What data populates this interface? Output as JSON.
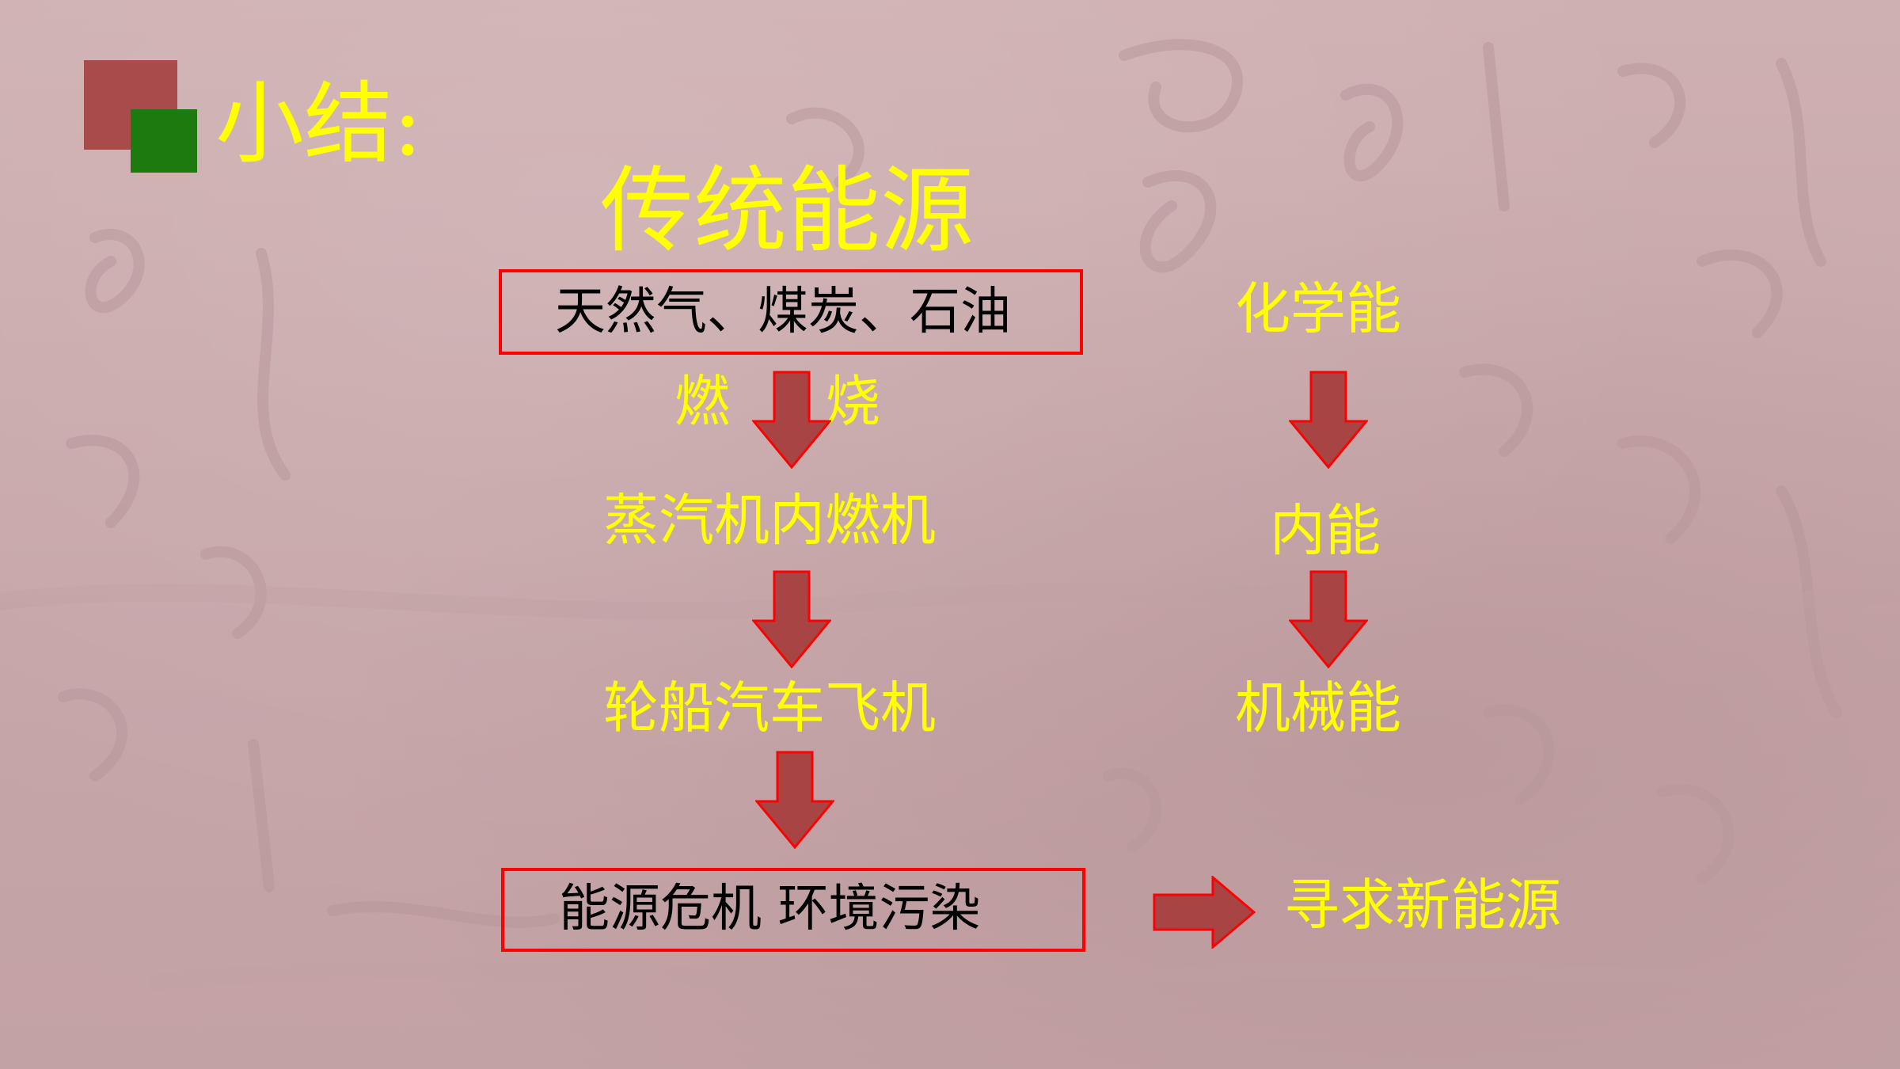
{
  "slide": {
    "title": "小结:",
    "heading": "传统能源",
    "left_column": {
      "box_top": "天然气、煤炭、石油",
      "process_left": "燃",
      "process_right": "烧",
      "step2": "蒸汽机内燃机",
      "step3": "轮船汽车飞机",
      "box_bottom": "能源危机 环境污染"
    },
    "right_column": {
      "energy1": "化学能",
      "energy2": "内能",
      "energy3": "机械能"
    },
    "conclusion": "寻求新能源"
  },
  "colors": {
    "text_highlight": "#ffff00",
    "box_border": "#ff0000",
    "arrow_fill": "#a94444",
    "arrow_border": "#ff0000",
    "logo_red": "#a94b4b",
    "logo_green": "#1d7a0e"
  }
}
